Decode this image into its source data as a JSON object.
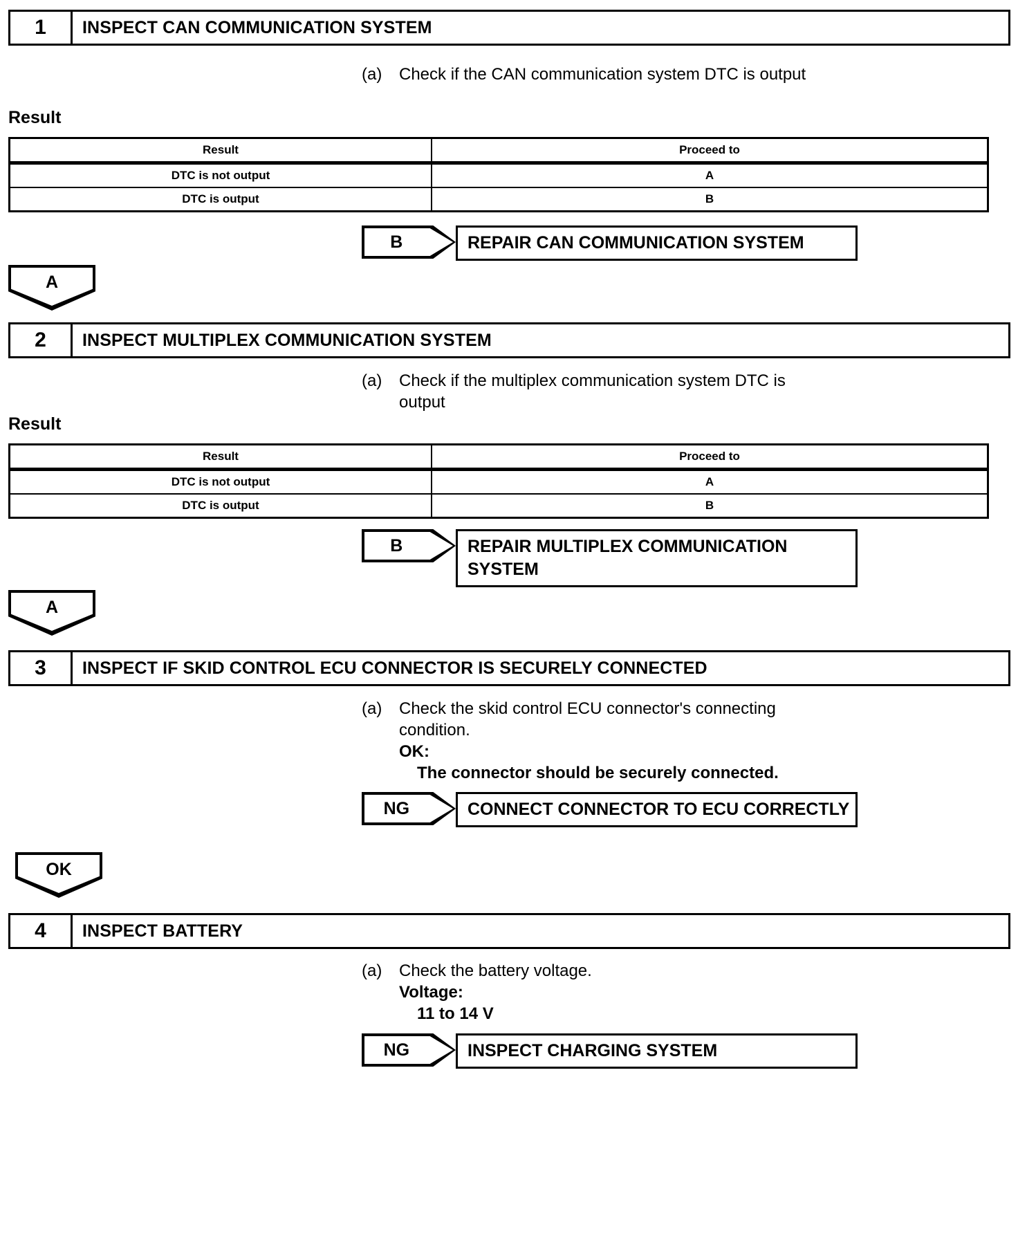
{
  "document": {
    "type": "diagnostic-flowchart",
    "table_headers": [
      "Result",
      "Proceed to"
    ],
    "result_section_label": "Result"
  },
  "steps": [
    {
      "number": "1",
      "title": "INSPECT CAN COMMUNICATION SYSTEM",
      "procedure_marker": "(a)",
      "procedure_text": "Check if the CAN communication system DTC is output",
      "result_label": "Result",
      "rows": [
        {
          "result": "DTC is not output",
          "proceed_to": "A"
        },
        {
          "result": "DTC is output",
          "proceed_to": "B"
        }
      ],
      "branch_tag": "B",
      "branch_action": "REPAIR CAN COMMUNICATION SYSTEM",
      "connector": "A"
    },
    {
      "number": "2",
      "title": "INSPECT MULTIPLEX COMMUNICATION SYSTEM",
      "procedure_marker": "(a)",
      "procedure_text": "Check if the multiplex communication system DTC is output",
      "result_label": "Result",
      "rows": [
        {
          "result": "DTC is not output",
          "proceed_to": "A"
        },
        {
          "result": "DTC is output",
          "proceed_to": "B"
        }
      ],
      "branch_tag": "B",
      "branch_action": "REPAIR MULTIPLEX COMMUNICATION SYSTEM",
      "connector": "A"
    },
    {
      "number": "3",
      "title": "INSPECT IF SKID CONTROL ECU CONNECTOR IS SECURELY CONNECTED",
      "procedure_marker": "(a)",
      "procedure_text": "Check the skid control ECU connector's connecting condition.",
      "spec_label": "OK:",
      "spec_value": "The connector should be securely connected.",
      "branch_tag": "NG",
      "branch_action": "CONNECT CONNECTOR TO ECU CORRECTLY",
      "connector": "OK"
    },
    {
      "number": "4",
      "title": "INSPECT BATTERY",
      "procedure_marker": "(a)",
      "procedure_text": "Check the battery voltage.",
      "spec_label": "Voltage:",
      "spec_value": "11 to 14 V",
      "branch_tag": "NG",
      "branch_action": "INSPECT CHARGING SYSTEM"
    }
  ]
}
